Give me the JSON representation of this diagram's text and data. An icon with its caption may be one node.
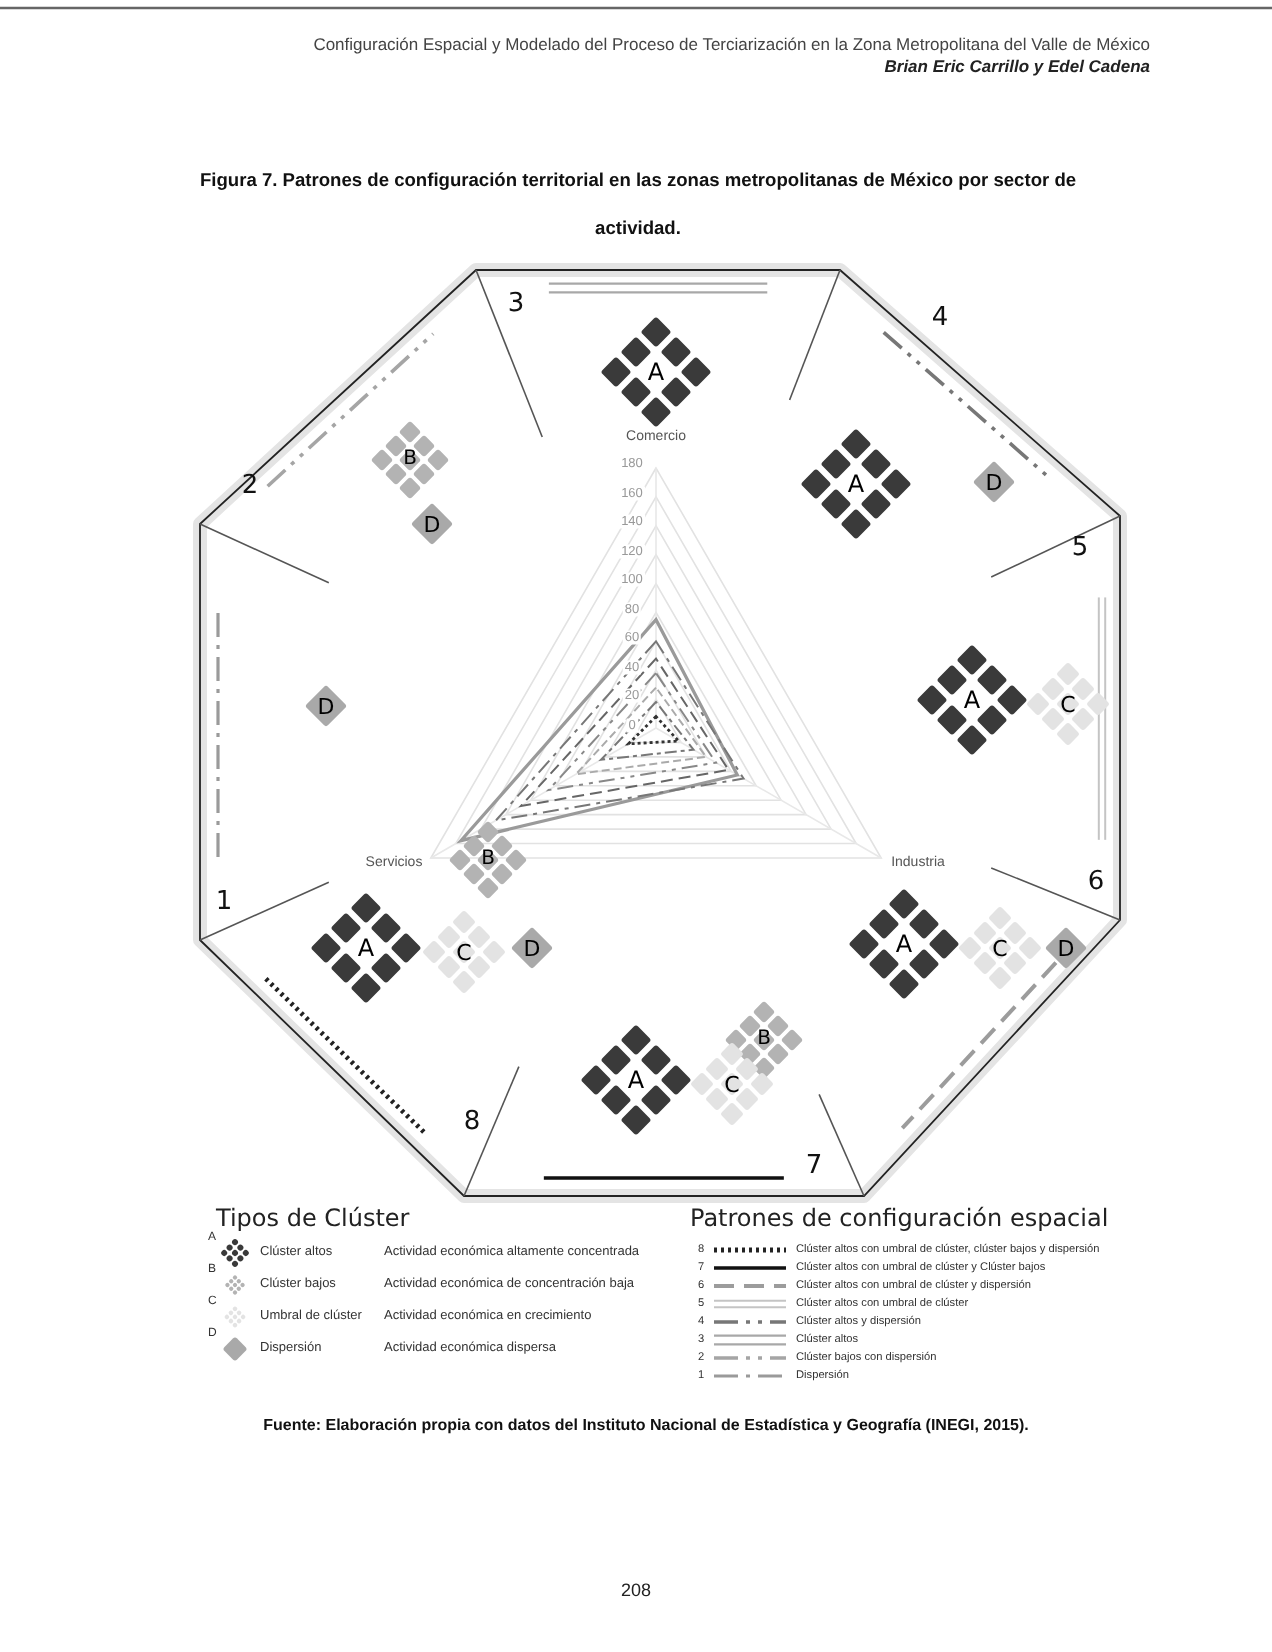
{
  "diagram": {
    "title": "Figura 7. Patrones de configuración territorial en las zonas metropolitanas de México por sector de actividad.",
    "caption": "Fuente: Elaboración propia con datos del Instituto Nacional de Estadística y Geografía (INEGI, 2015).",
    "nodes": [
      {
        "text": [
          "A"
        ]
      },
      {
        "text": [
          "A"
        ]
      },
      {
        "text": [
          "B"
        ]
      },
      {
        "text": [
          "D"
        ]
      },
      {
        "text": [
          "D"
        ]
      },
      {
        "text": [
          "D"
        ]
      },
      {
        "text": [
          "A"
        ]
      },
      {
        "text": [
          "C"
        ]
      },
      {
        "text": [
          "B"
        ]
      },
      {
        "text": [
          "A"
        ]
      },
      {
        "text": [
          "C"
        ]
      },
      {
        "text": [
          "D"
        ]
      },
      {
        "text": [
          "A"
        ]
      },
      {
        "text": [
          "C"
        ]
      },
      {
        "text": [
          "D"
        ]
      },
      {
        "text": [
          "B"
        ]
      },
      {
        "text": [
          "A"
        ]
      },
      {
        "text": [
          "C"
        ]
      }
    ],
    "labels": [
      "Configuración Espacial y Modelado del Proceso de Terciarización en la Zona Metropolitana del Valle de México",
      "Brian Eric Carrillo y Edel Cadena",
      "3",
      "4",
      "2",
      "Comercio",
      "180",
      "160",
      "140",
      "120",
      "100",
      "80",
      "60",
      "40",
      "20",
      "0",
      "5",
      "1",
      "Servicios",
      "Industria",
      "6",
      "8",
      "7",
      "Tipos de Clúster",
      "Patrones de configuración espacial",
      "A",
      "Clúster altos",
      "Actividad económica altamente concentrada",
      "B",
      "Clúster bajos",
      "Actividad económica de concentración baja",
      "C",
      "Umbral de clúster",
      "Actividad económica en crecimiento",
      "D",
      "Dispersión",
      "Actividad económica dispersa",
      "8",
      "7",
      "6",
      "5",
      "4",
      "3",
      "2",
      "1",
      "208"
    ],
    "legend": [
      {
        "text": "Clúster altos con umbral de clúster, clúster bajos y dispersión"
      },
      {
        "text": "Clúster altos con umbral de clúster y Clúster bajos"
      },
      {
        "text": "Clúster altos con umbral de clúster y dispersión"
      },
      {
        "text": "Clúster altos con umbral de clúster"
      },
      {
        "text": "Clúster altos y dispersión"
      },
      {
        "text": "Clúster altos"
      },
      {
        "text": "Clúster bajos con dispersión"
      },
      {
        "text": "Dispersión"
      }
    ]
  }
}
